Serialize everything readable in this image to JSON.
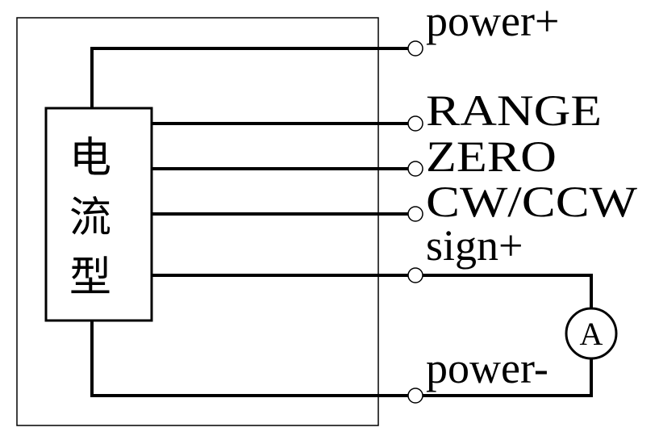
{
  "module": {
    "chars": [
      "电",
      "流",
      "型"
    ]
  },
  "terminals": {
    "power_plus": "power+",
    "range": "RANGE",
    "zero": "ZERO",
    "cw_ccw": "CW/CCW",
    "sign_plus": "sign+",
    "power_minus": "power-"
  },
  "meter": {
    "letter": "A"
  }
}
